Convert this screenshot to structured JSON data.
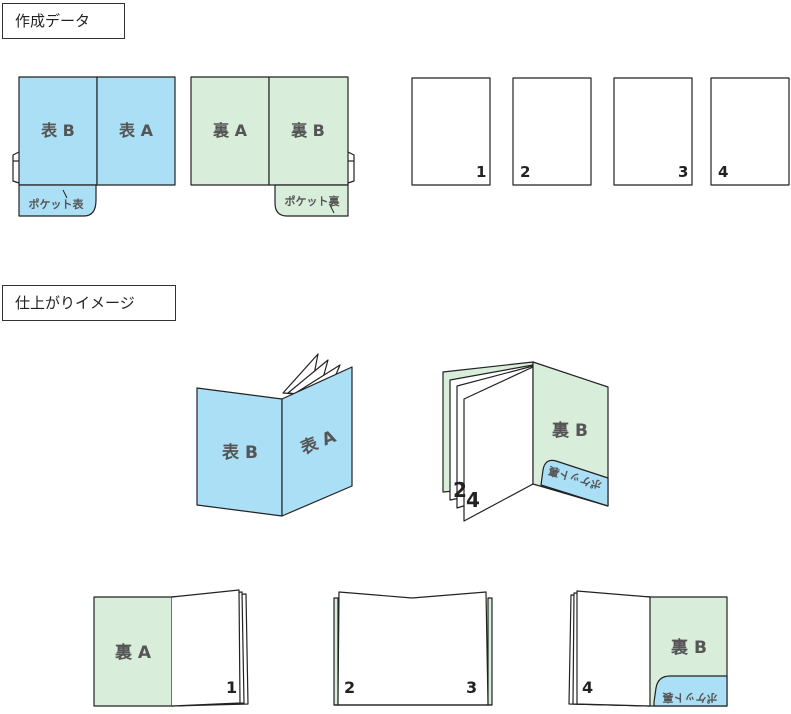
{
  "sections": {
    "data_title": "作成データ",
    "finish_title": "仕上がりイメージ"
  },
  "labels": {
    "cover_b": "表 B",
    "cover_a": "表 A",
    "back_a": "裏 A",
    "back_b": "裏 B",
    "pocket_front": "ポケット表",
    "pocket_back": "ポケット裏"
  },
  "pages": [
    "1",
    "2",
    "3",
    "4"
  ],
  "colors": {
    "blue": "#abdff5",
    "green": "#d8eedb",
    "stroke": "#222222",
    "label": "#555555"
  }
}
